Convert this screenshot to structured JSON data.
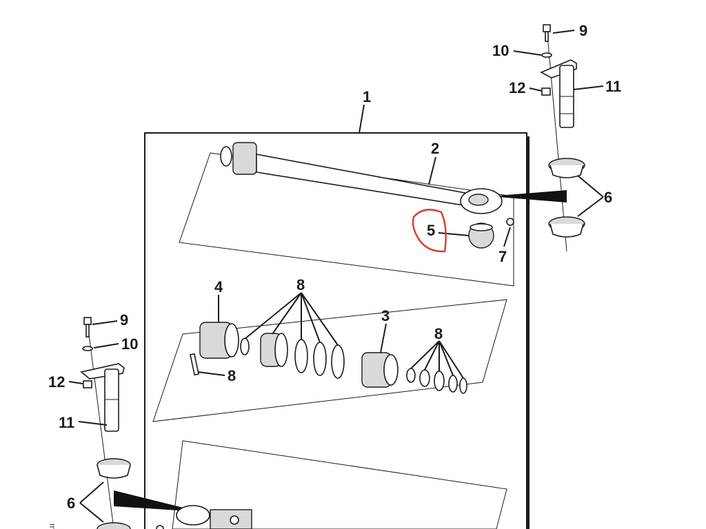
{
  "callouts": {
    "c1": "1",
    "c2": "2",
    "c3": "3",
    "c4": "4",
    "c5": "5",
    "c6_top": "6",
    "c6_bottom": "6",
    "c7": "7",
    "c8_top_group": "8",
    "c8_right_group": "8",
    "c8_pin": "8",
    "c9_top": "9",
    "c9_bottom": "9",
    "c10_top": "10",
    "c10_bottom": "10",
    "c11_top": "11",
    "c11_bottom": "11",
    "c12_top": "12",
    "c12_bottom": "12"
  },
  "drawing_code": "mk2",
  "highlight_color": "#d9412e"
}
